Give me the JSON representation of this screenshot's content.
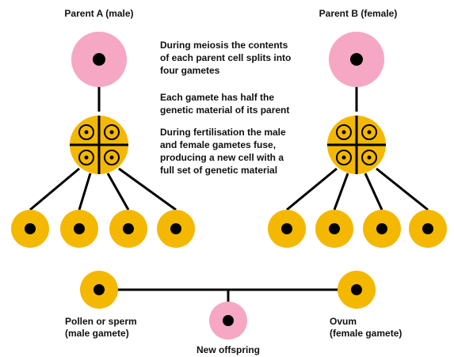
{
  "labels": {
    "parent_a": "Parent A (male)",
    "parent_b": "Parent B (female)",
    "offspring": "New offspring"
  },
  "notes": {
    "meiosis": [
      "During meiosis the contents",
      "of each parent cell splits into",
      "four gametes"
    ],
    "half": [
      "Each gamete has half the",
      "genetic material of its parent"
    ],
    "fertilisation": [
      "During fertilisation the male",
      "and female gametes fuse,",
      "producing a new cell with a",
      "full set of genetic material"
    ]
  },
  "gametes": {
    "male": [
      "Pollen or sperm",
      "(male gamete)"
    ],
    "female": [
      "Ovum",
      "(female gamete)"
    ]
  },
  "colors": {
    "parent_cell": "#f5a7c3",
    "gamete_cell": "#f4b800",
    "nucleus": "#000000",
    "line": "#000000"
  }
}
